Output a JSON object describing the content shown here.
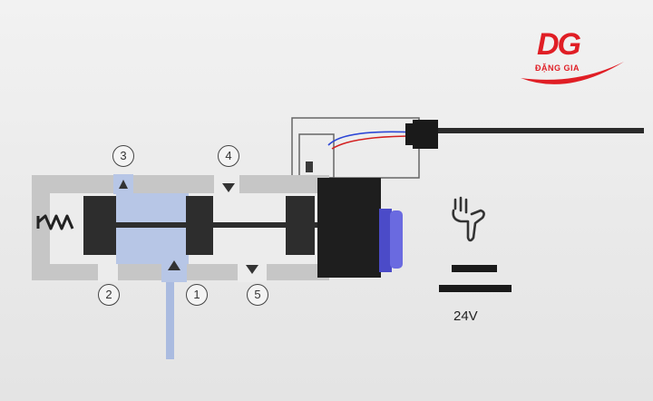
{
  "logo": {
    "mark": "DG",
    "text": "ĐẶNG GIA",
    "color": "#e01e25"
  },
  "valve": {
    "ports": [
      {
        "number": "1",
        "flow": "pressure-in"
      },
      {
        "number": "2",
        "flow": "none"
      },
      {
        "number": "3",
        "flow": "out"
      },
      {
        "number": "4",
        "flow": "exhaust"
      },
      {
        "number": "5",
        "flow": "exhaust"
      }
    ],
    "spring": "spring-icon",
    "active_flow_color": "#b7c6e6",
    "body_color": "#c6c6c6",
    "spool_color": "#2d2d2d",
    "operator_color": "#5a5ad6"
  },
  "supply": {
    "voltage": "24V",
    "icon": "hand-pointing-down-icon"
  }
}
